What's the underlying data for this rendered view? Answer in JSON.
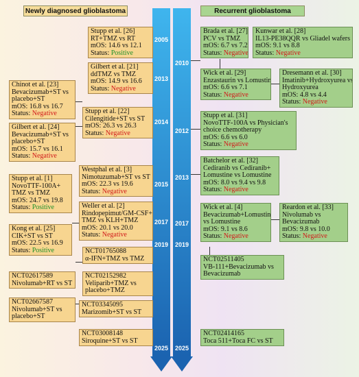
{
  "headers": {
    "left": "Newly diagnosed glioblastoma",
    "right": "Recurrent glioblastoma"
  },
  "axis_left_years": [
    {
      "label": "2005"
    },
    {
      "label": "2013"
    },
    {
      "label": "2014"
    },
    {
      "label": "2015"
    },
    {
      "label": "2017"
    },
    {
      "label": "2019"
    },
    {
      "label": "2025"
    }
  ],
  "axis_right_years": [
    {
      "label": "2010"
    },
    {
      "label": "2012"
    },
    {
      "label": "2013"
    },
    {
      "label": "2017"
    },
    {
      "label": "2019"
    },
    {
      "label": "2025"
    }
  ],
  "boxes": [
    {
      "id": "stupp26",
      "side": "left",
      "lines": [
        {
          "text": "Stupp et al. [26]"
        },
        {
          "text": "RT+TMZ vs RT"
        },
        {
          "text": "mOS: 14.6 vs 12.1"
        },
        {
          "prefix": "Status: ",
          "status": "Positive",
          "kind": "pos"
        }
      ]
    },
    {
      "id": "gilbert21",
      "side": "left",
      "lines": [
        {
          "text": "Gilbert et al. [21]"
        },
        {
          "text": "ddTMZ vs TMZ"
        },
        {
          "text": "mOS: 14.9 vs 16.6"
        },
        {
          "prefix": "Status: ",
          "status": "Negative",
          "kind": "neg"
        }
      ]
    },
    {
      "id": "chinot23",
      "side": "left",
      "lines": [
        {
          "text": "Chinot et al. [23]"
        },
        {
          "text": "Bevacizumab+ST vs"
        },
        {
          "text": "placebo+ST"
        },
        {
          "text": "mOS: 16.8 vs 16.7"
        },
        {
          "prefix": "Status: ",
          "status": "Negative",
          "kind": "neg"
        }
      ]
    },
    {
      "id": "stupp22",
      "side": "left",
      "lines": [
        {
          "text": "Stupp et al. [22]"
        },
        {
          "text": "Cilengitide+ST vs ST"
        },
        {
          "text": "mOS: 26.3 vs 26.3"
        },
        {
          "prefix": "Status: ",
          "status": "Negative",
          "kind": "neg"
        }
      ]
    },
    {
      "id": "gilbert24",
      "side": "left",
      "lines": [
        {
          "text": "Gilbert et al. [24]"
        },
        {
          "text": "Bevacizumab+ST vs"
        },
        {
          "text": "placebo+ST"
        },
        {
          "text": "mOS: 15.7 vs 16.1"
        },
        {
          "prefix": "Status: ",
          "status": "Negative",
          "kind": "neg"
        }
      ]
    },
    {
      "id": "stupp1",
      "side": "left",
      "lines": [
        {
          "text": "Stupp et al. [1]"
        },
        {
          "text": "NovoTTF-100A+"
        },
        {
          "text": "TMZ vs TMZ"
        },
        {
          "text": "mOS: 24.7 vs 19.8"
        },
        {
          "prefix": "Status: ",
          "status": "Positive",
          "kind": "pos"
        }
      ]
    },
    {
      "id": "westphal3",
      "side": "left",
      "lines": [
        {
          "text": "Westphal et al. [3]"
        },
        {
          "text": "Nimotuzumab+ST vs ST"
        },
        {
          "text": "mOS: 22.3 vs 19.6"
        },
        {
          "prefix": "Status: ",
          "status": "Negative",
          "kind": "neg"
        }
      ]
    },
    {
      "id": "weller2",
      "side": "left",
      "lines": [
        {
          "text": "Weller et al. [2]"
        },
        {
          "text": "Rindopepimut/GM-CSF+"
        },
        {
          "text": "TMZ vs KLH+TMZ"
        },
        {
          "text": "mOS: 20.1 vs 20.0"
        },
        {
          "prefix": "Status: ",
          "status": "Negative",
          "kind": "neg"
        }
      ]
    },
    {
      "id": "kong25",
      "side": "left",
      "lines": [
        {
          "text": "Kong et al. [25]"
        },
        {
          "text": "CIK+ST vs ST"
        },
        {
          "text": "mOS: 22.5 vs 16.9"
        },
        {
          "prefix": "Status: ",
          "status": "Positive",
          "kind": "pos"
        }
      ]
    },
    {
      "id": "nct01765088",
      "side": "left",
      "lines": [
        {
          "text": "NCT01765088"
        },
        {
          "text": "α-IFN+TMZ vs TMZ"
        }
      ]
    },
    {
      "id": "nct02617589",
      "side": "left",
      "lines": [
        {
          "text": "NCT02617589"
        },
        {
          "text": "Nivolumab+RT vs ST"
        }
      ]
    },
    {
      "id": "nct02152982",
      "side": "left",
      "lines": [
        {
          "text": "NCT02152982"
        },
        {
          "text": "Veliparib+TMZ vs"
        },
        {
          "text": "placebo+TMZ"
        }
      ]
    },
    {
      "id": "nct02667587",
      "side": "left",
      "lines": [
        {
          "text": "NCT02667587"
        },
        {
          "text": "Nivolumab+ST vs"
        },
        {
          "text": "placebo+ST"
        }
      ]
    },
    {
      "id": "nct03345095",
      "side": "left",
      "lines": [
        {
          "text": "NCT03345095"
        },
        {
          "text": "Marizomib+ST vs ST"
        }
      ]
    },
    {
      "id": "nct03008148",
      "side": "left",
      "lines": [
        {
          "text": "NCT03008148"
        },
        {
          "text": "Siroquine+ST vs ST"
        }
      ]
    },
    {
      "id": "brada27",
      "side": "right",
      "lines": [
        {
          "text": "Brada et al. [27]"
        },
        {
          "text": "PCV vs TMZ"
        },
        {
          "text": "mOS: 6.7 vs 7.2"
        },
        {
          "prefix": "Status: ",
          "status": "Negative",
          "kind": "neg"
        }
      ]
    },
    {
      "id": "kunwar28",
      "side": "right",
      "lines": [
        {
          "text": "Kunwar et al. [28]"
        },
        {
          "text": "IL13-PE38QQR vs Gliadel wafers"
        },
        {
          "text": "mOS: 9.1 vs 8.8"
        },
        {
          "prefix": "Status: ",
          "status": "Negative",
          "kind": "neg"
        }
      ]
    },
    {
      "id": "wick29",
      "side": "right",
      "lines": [
        {
          "text": "Wick et al. [29]"
        },
        {
          "text": "Enzastaurin vs Lomustine"
        },
        {
          "text": "mOS: 6.6 vs 7.1"
        },
        {
          "prefix": "Status: ",
          "status": "Negative",
          "kind": "neg"
        }
      ]
    },
    {
      "id": "dresemann30",
      "side": "right",
      "lines": [
        {
          "text": "Dresemann et al. [30]"
        },
        {
          "text": "Imatinib+Hydroxyurea vs"
        },
        {
          "text": "Hydroxyurea"
        },
        {
          "text": "mOS: 4.8 vs 4.4"
        },
        {
          "prefix": "Status: ",
          "status": "Negative",
          "kind": "neg"
        }
      ]
    },
    {
      "id": "stupp31",
      "side": "right",
      "lines": [
        {
          "text": "Stupp et al. [31]"
        },
        {
          "text": "NovoTTF-100A vs Physician's"
        },
        {
          "text": "choice chemotherapy"
        },
        {
          "text": "mOS: 6.6 vs 6.0"
        },
        {
          "prefix": "Status: ",
          "status": "Negative",
          "kind": "neg"
        }
      ]
    },
    {
      "id": "batchelor32",
      "side": "right",
      "lines": [
        {
          "text": "Batchelor et al. [32]"
        },
        {
          "text": "Cediranib vs Cediranib+"
        },
        {
          "text": "Lomustine vs Lomustine"
        },
        {
          "text": "mOS: 8.0 vs 9.4 vs 9.8"
        },
        {
          "prefix": "Status: ",
          "status": "Negative",
          "kind": "neg"
        }
      ]
    },
    {
      "id": "wick4",
      "side": "right",
      "lines": [
        {
          "text": "Wick et al. [4]"
        },
        {
          "text": "Bevacizumab+Lomustine"
        },
        {
          "text": "vs Lomustine"
        },
        {
          "text": "mOS: 9.1 vs 8.6"
        },
        {
          "prefix": "Status: ",
          "status": "Negative",
          "kind": "neg"
        }
      ]
    },
    {
      "id": "reardon33",
      "side": "right",
      "lines": [
        {
          "text": "Reardon et al. [33]"
        },
        {
          "text": "Nivolumab vs"
        },
        {
          "text": "Bevacizumab"
        },
        {
          "text": "mOS: 9.8 vs 10.0"
        },
        {
          "prefix": "Status: ",
          "status": "Negative",
          "kind": "neg"
        }
      ]
    },
    {
      "id": "nct02511405",
      "side": "right",
      "lines": [
        {
          "text": "NCT02511405"
        },
        {
          "text": "VB-111+Bevacizumab vs"
        },
        {
          "text": "Bevacizumab"
        }
      ]
    },
    {
      "id": "nct02414165",
      "side": "right",
      "lines": [
        {
          "text": "NCT02414165"
        },
        {
          "text": "Toca 511+Toca FC vs ST"
        }
      ]
    }
  ],
  "colors": {
    "left_box": "#f7d590",
    "right_box": "#a3cf8a",
    "arrow_top": "#3fb5ee",
    "arrow_bottom": "#1b63b0",
    "negative": "#d11a1a",
    "positive": "#1e8f2a"
  }
}
